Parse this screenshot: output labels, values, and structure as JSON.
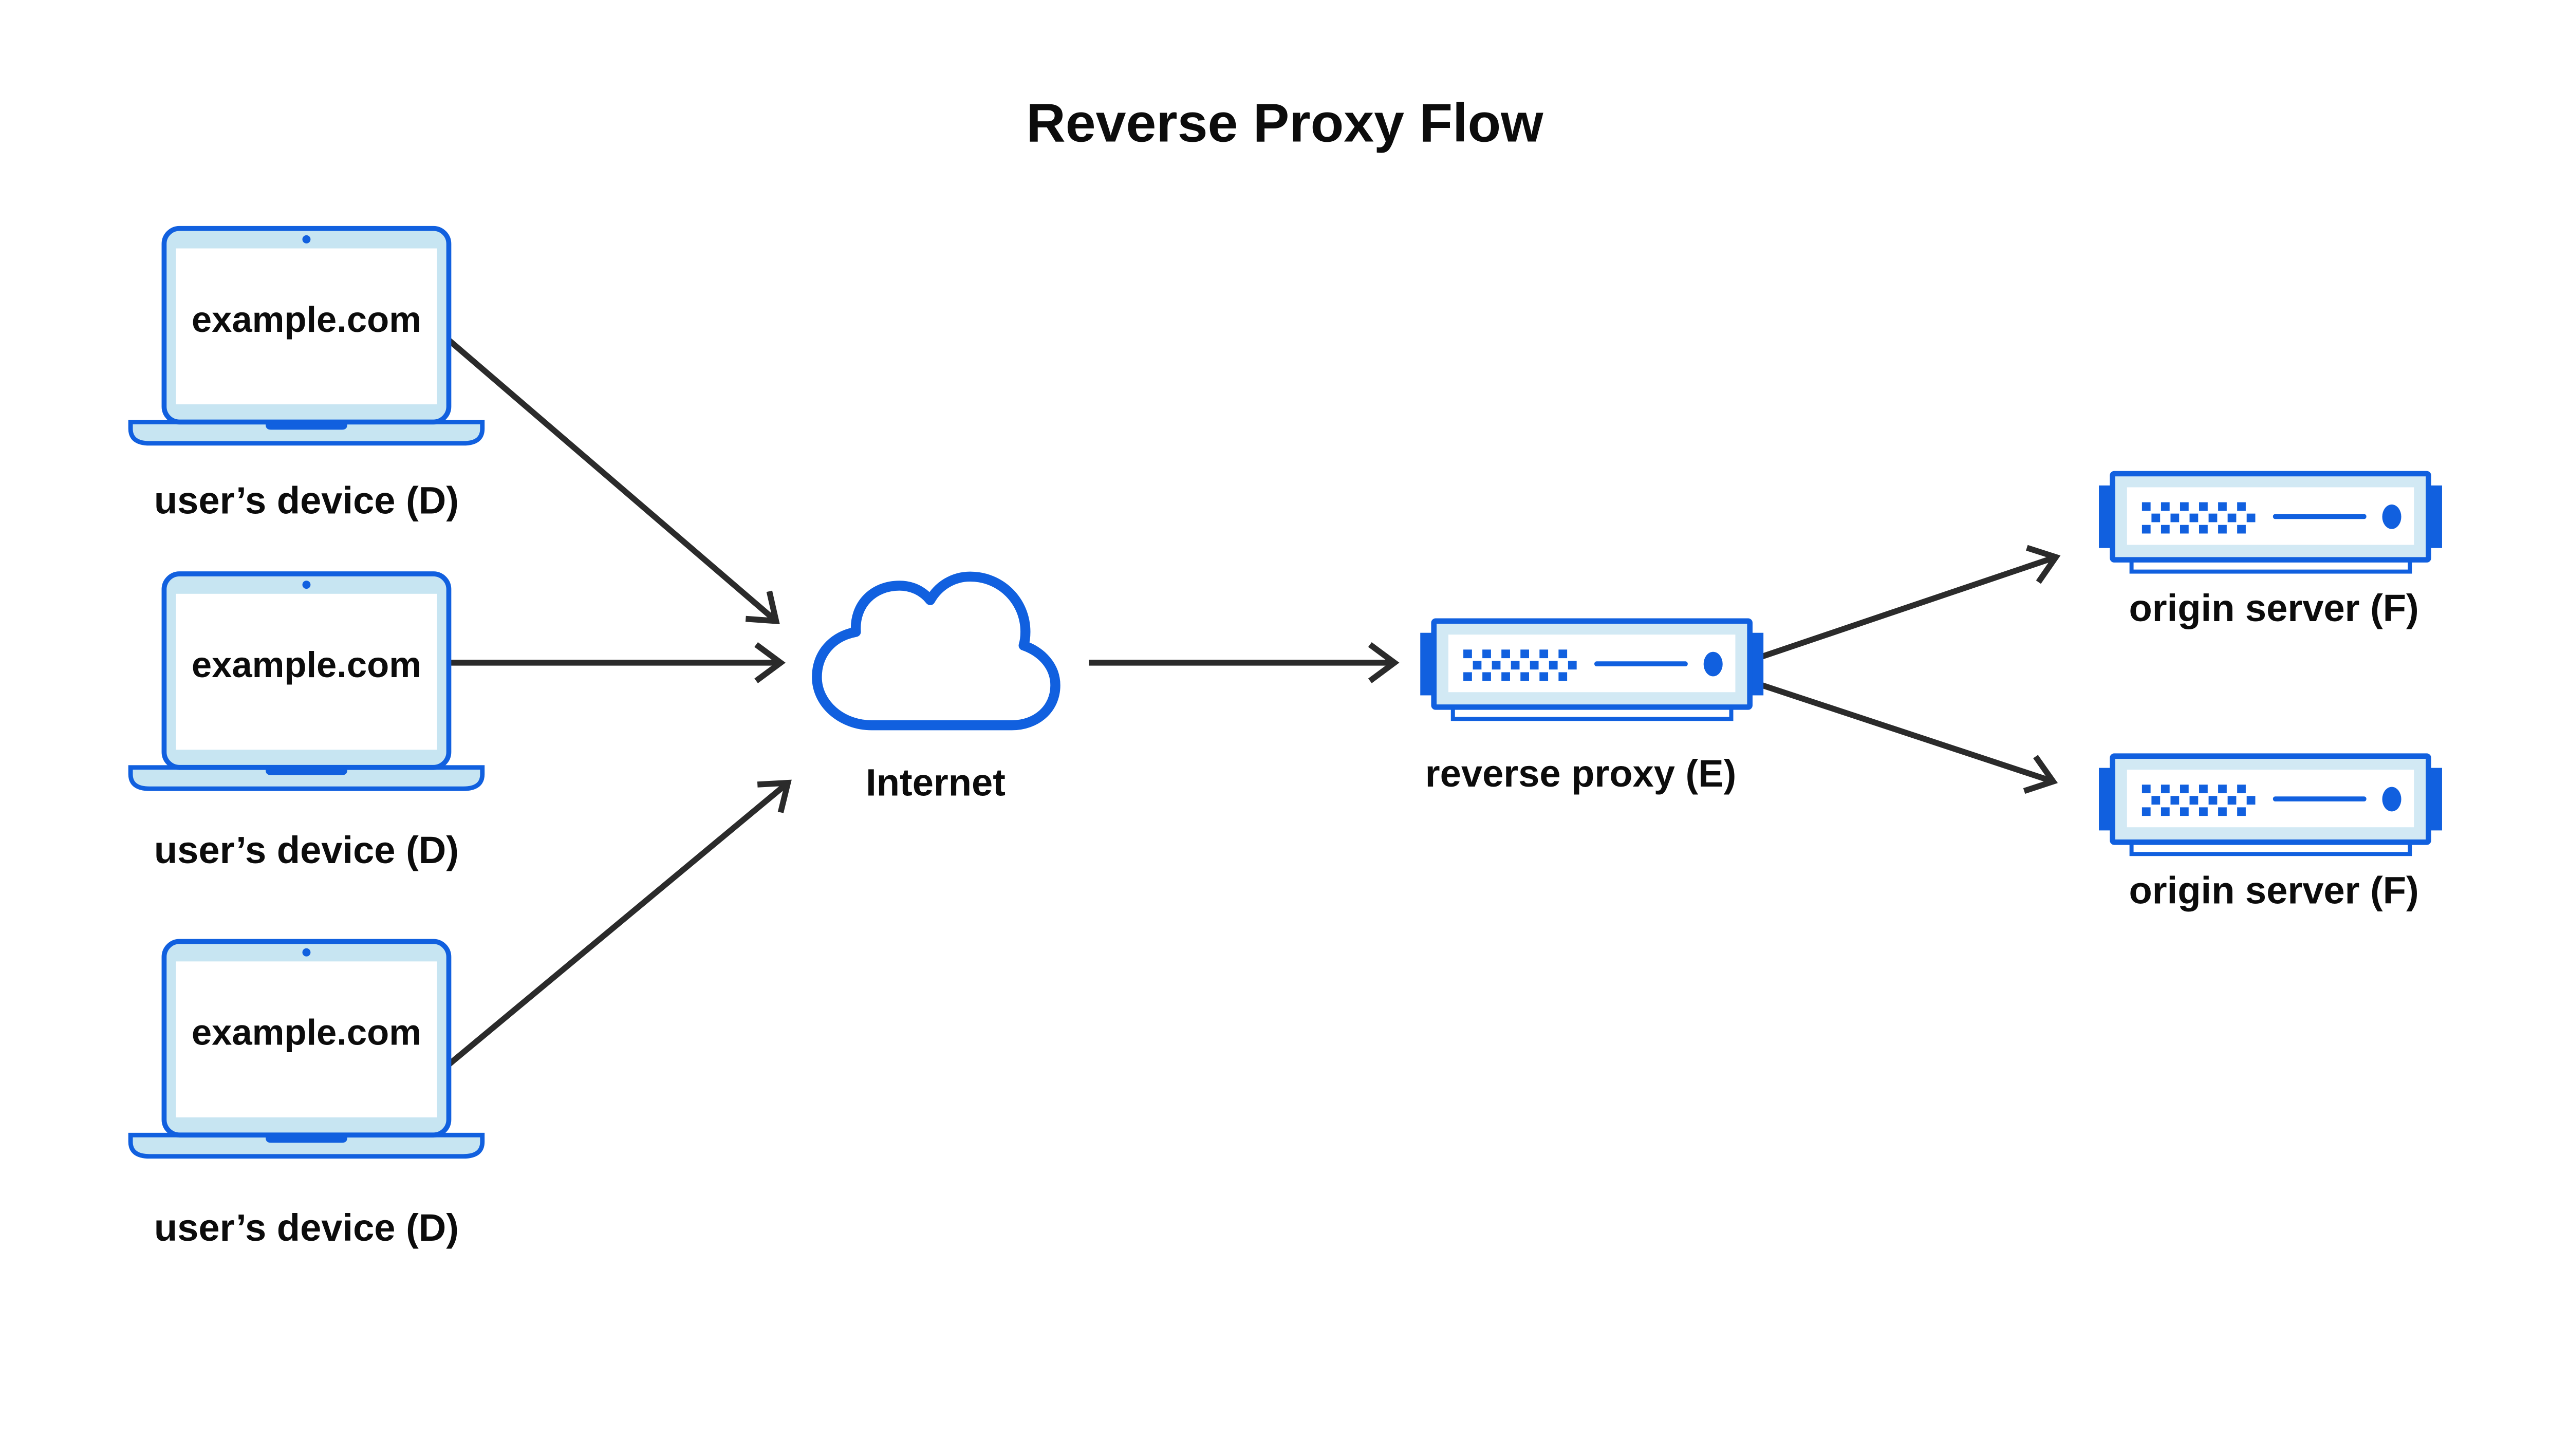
{
  "title": "Reverse Proxy Flow",
  "devices": [
    {
      "screen": "example.com",
      "label": "user’s device (D)"
    },
    {
      "screen": "example.com",
      "label": "user’s device (D)"
    },
    {
      "screen": "example.com",
      "label": "user’s device (D)"
    }
  ],
  "internet": {
    "label": "Internet"
  },
  "reverse_proxy": {
    "label": "reverse proxy (E)"
  },
  "origins": [
    {
      "label": "origin server (F)"
    },
    {
      "label": "origin server (F)"
    }
  ],
  "colors": {
    "blue": "#1160DF",
    "laptop_fill": "#C7E5F2",
    "server_fill": "#D2E9F4",
    "panel": "#FFFFFF",
    "arrow": "#2B2B2B",
    "text": "#0C0C0C",
    "background": "#FFFFFF"
  }
}
